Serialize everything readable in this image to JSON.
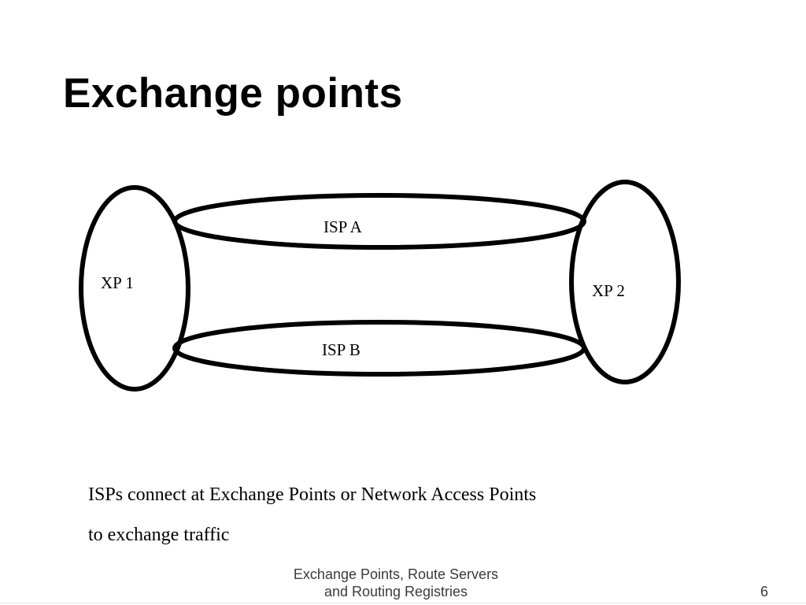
{
  "slide": {
    "title": "Exchange points",
    "body": [
      "ISPs connect at Exchange Points or Network Access Points",
      "to exchange traffic"
    ],
    "footer": [
      "Exchange Points, Route Servers",
      "and Routing Registries"
    ],
    "page_number": "6"
  },
  "diagram": {
    "nodes": {
      "xp1": "XP 1",
      "xp2": "XP 2",
      "isp_a": "ISP A",
      "isp_b": "ISP B"
    },
    "stroke_color": "#000000"
  }
}
